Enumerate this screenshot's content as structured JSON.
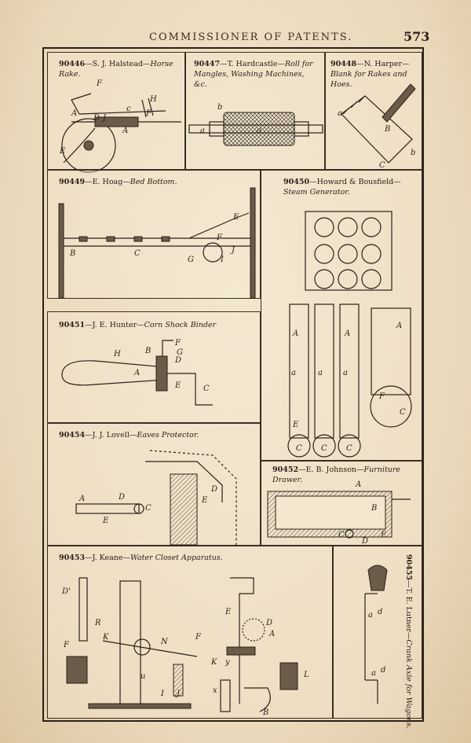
{
  "header": {
    "running_head": "COMMISSIONER OF PATENTS.",
    "page_number": "573"
  },
  "patents": [
    {
      "number": "90446",
      "sep": "—",
      "inventor": "S. J. Halstead—",
      "title": "Horse Rake."
    },
    {
      "number": "90447",
      "sep": "—",
      "inventor": "T. Hardcastle—",
      "title": "Roll for Mangles, Washing Machines, &c."
    },
    {
      "number": "90448",
      "sep": "—",
      "inventor": "N. Harper—",
      "title": "Blank for Rakes and Hoes."
    },
    {
      "number": "90449",
      "sep": "—",
      "inventor": "E. Hoag—",
      "title": "Bed Bottom."
    },
    {
      "number": "90450",
      "sep": "—",
      "inventor": "Howard & Bousfield—",
      "title": "Steam Generator."
    },
    {
      "number": "90451",
      "sep": "—",
      "inventor": "J. E. Hunter—",
      "title": "Corn Shock Binder"
    },
    {
      "number": "90454",
      "sep": "—",
      "inventor": "J. J. Lovell—",
      "title": "Eaves Protector."
    },
    {
      "number": "90452",
      "sep": "—",
      "inventor": "E. B. Johnson—",
      "title": "Furniture Drawer."
    },
    {
      "number": "90453",
      "sep": "—",
      "inventor": "J. Keane—",
      "title": "Water Closet Apparatus."
    },
    {
      "number": "90455",
      "sep": "—",
      "inventor": "T. E. Lutner—",
      "title": "Crank Axle for Wagons."
    }
  ]
}
